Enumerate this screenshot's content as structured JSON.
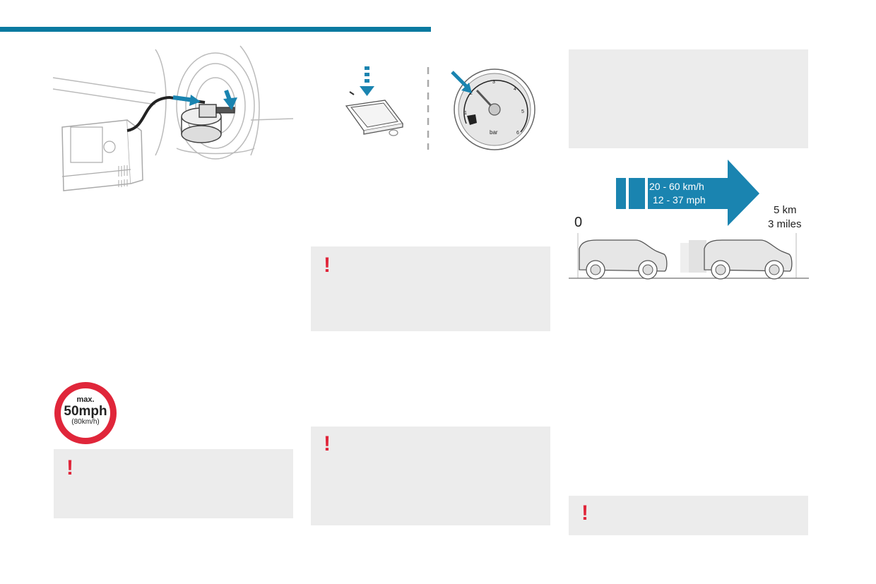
{
  "speed_sign": {
    "line1": "max.",
    "line2": "50mph",
    "line3": "(80km/h)"
  },
  "gauge": {
    "ticks": [
      "1",
      "2",
      "3",
      "4",
      "5",
      "6"
    ],
    "unit": "bar"
  },
  "speed_band": {
    "kmh": "20 - 60 km/h",
    "mph": "12 - 37 mph"
  },
  "distance": {
    "start": "0",
    "km": "5 km",
    "miles": "3 miles"
  },
  "warnings": {
    "symbol": "!"
  },
  "colors": {
    "accent": "#0a7aa0",
    "warning": "#e0263a",
    "box": "#ececec",
    "sign_ring": "#e0263a"
  }
}
